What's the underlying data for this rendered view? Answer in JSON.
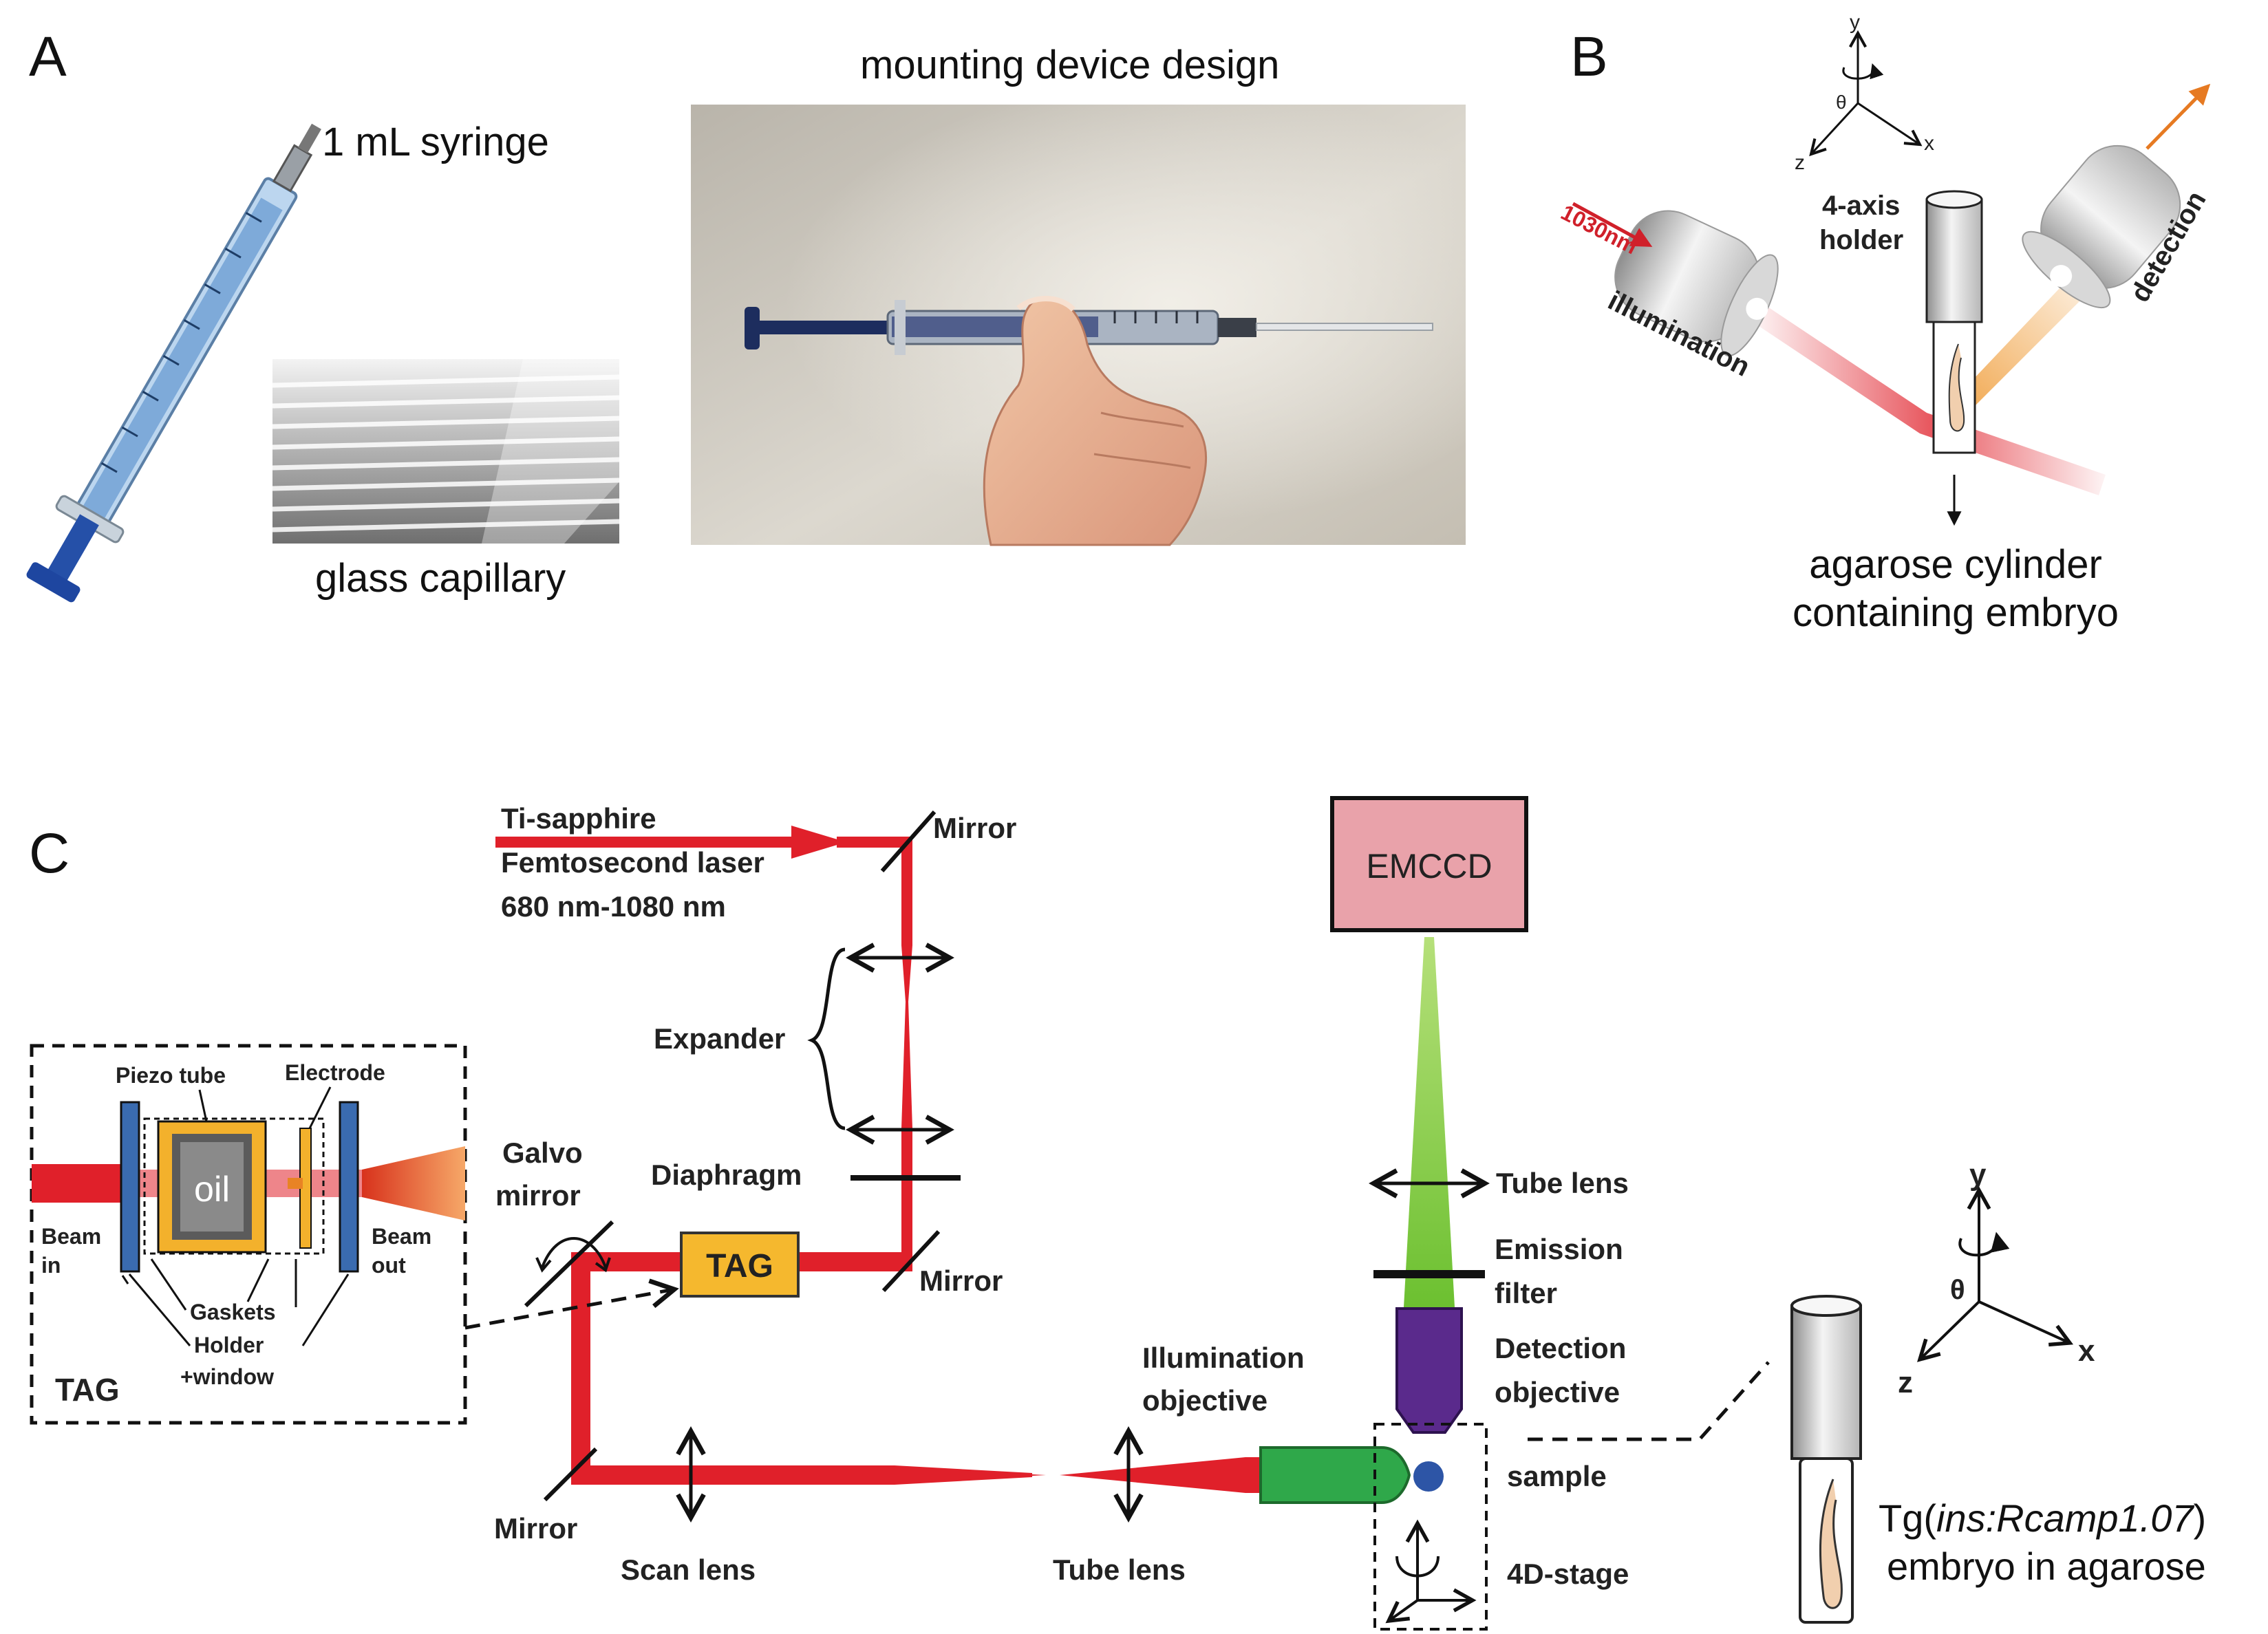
{
  "panels": {
    "a": "A",
    "b": "B",
    "c": "C"
  },
  "panel_a": {
    "syringe_label": "1 mL syringe",
    "capillary_label": "glass capillary",
    "device_title": "mounting device design"
  },
  "panel_b": {
    "axis_y": "y",
    "axis_x": "x",
    "axis_z": "z",
    "axis_theta": "θ",
    "holder_label_1": "4-axis",
    "holder_label_2": "holder",
    "laser_label": "1030nm",
    "illumination_label": "illumination",
    "detection_label": "detection",
    "cylinder_label_1": "agarose cylinder",
    "cylinder_label_2": "containing embryo"
  },
  "panel_c": {
    "laser_1": "Ti-sapphire",
    "laser_2": "Femtosecond laser",
    "laser_3": "680 nm-1080 nm",
    "mirror_top": "Mirror",
    "expander": "Expander",
    "diaphragm": "Diaphragm",
    "mirror_mid": "Mirror",
    "tag_box": "TAG",
    "galvo_1": "Galvo",
    "galvo_2": "mirror",
    "mirror_bottom": "Mirror",
    "scan_lens": "Scan lens",
    "tube_lens_bottom": "Tube lens",
    "illum_obj_1": "Illumination",
    "illum_obj_2": "objective",
    "emccd": "EMCCD",
    "tube_lens_right": "Tube lens",
    "emission_1": "Emission",
    "emission_2": "filter",
    "detection_obj_1": "Detection",
    "detection_obj_2": "objective",
    "sample": "sample",
    "stage": "4D-stage",
    "inset": {
      "piezo": "Piezo tube",
      "electrode": "Electrode",
      "oil": "oil",
      "beam_in_1": "Beam",
      "beam_in_2": "in",
      "beam_out_1": "Beam",
      "beam_out_2": "out",
      "gaskets": "Gaskets",
      "holder_1": "Holder",
      "holder_2": "+window",
      "tag": "TAG"
    },
    "axis_y": "y",
    "axis_x": "x",
    "axis_z": "z",
    "axis_theta": "θ",
    "tg_prefix": "Tg",
    "tg_open": "(",
    "tg_construct": "ins:Rcamp1.07",
    "tg_close": ")",
    "tg_line2": "embryo in agarose"
  },
  "colors": {
    "beam_red": "#e0202a",
    "emission_green": "#7ccc3c",
    "emccd_fill": "#e9a2aa",
    "tag_fill": "#f5b82e",
    "illum_obj": "#2fa84a",
    "detect_obj": "#5a2a8c",
    "sample_dot": "#2d55a6",
    "detection_orange": "#e67a22"
  }
}
